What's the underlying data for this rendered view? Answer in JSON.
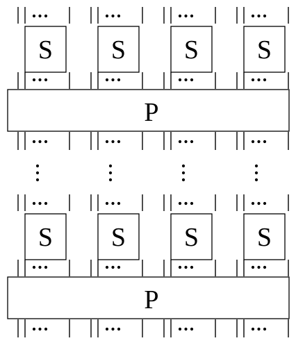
{
  "diagram": {
    "s_label": "S",
    "p_label": "P",
    "columns": 4,
    "stages": 2,
    "colors": {
      "line": "#000000",
      "background": "#ffffff"
    }
  }
}
